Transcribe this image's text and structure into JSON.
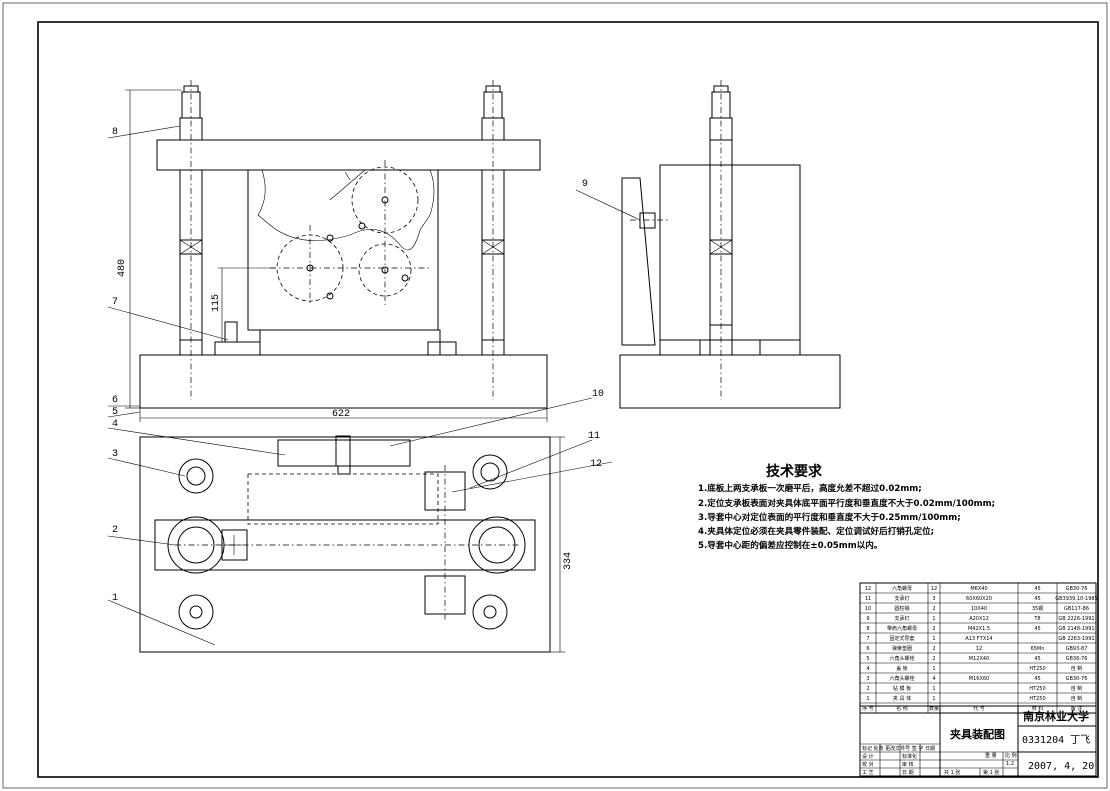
{
  "dimensions": {
    "total_height": "480",
    "base_width": "622",
    "locator_height": "115",
    "bottom_depth": "334"
  },
  "leader_labels": [
    "1",
    "2",
    "3",
    "4",
    "5",
    "6",
    "7",
    "8",
    "9",
    "10",
    "11",
    "12"
  ],
  "tech": {
    "title": "技术要求",
    "lines": [
      "1.底板上两支承板一次磨平后，高度允差不超过0.02mm;",
      "2.定位支承板表面对夹具体底平面平行度和垂直度不大于0.02mm/100mm;",
      "3.导套中心对定位表面的平行度和垂直度不大于0.25mm/100mm;",
      "4.夹具体定位必须在夹具零件装配、定位调试好后打销孔定位;",
      "5.导套中心距的偏差应控制在±0.05mm以内。"
    ]
  },
  "bom": [
    {
      "no": "12",
      "name": "六角螺母",
      "qty": "12",
      "spec": "M6X40",
      "mat": "45",
      "std": "GB30-76"
    },
    {
      "no": "11",
      "name": "支承钉",
      "qty": "3",
      "spec": "60X60X20",
      "mat": "45",
      "std": "GB3939.10-1985"
    },
    {
      "no": "10",
      "name": "圆柱销",
      "qty": "2",
      "spec": "10X40",
      "mat": "35钢",
      "std": "GB117-86"
    },
    {
      "no": "9",
      "name": "支承钉",
      "qty": "1",
      "spec": "A20X12",
      "mat": "T8",
      "std": "GB 2226-1991"
    },
    {
      "no": "8",
      "name": "带肩六角螺母",
      "qty": "2",
      "spec": "M42X1.5",
      "mat": "45",
      "std": "GB 2148-1991"
    },
    {
      "no": "7",
      "name": "固定式导套",
      "qty": "1",
      "spec": "A13 F7X14",
      "mat": "",
      "std": "GB 2263-1991"
    },
    {
      "no": "6",
      "name": "弹簧垫圈",
      "qty": "2",
      "spec": "12",
      "mat": "65Mn",
      "std": "GB93-87"
    },
    {
      "no": "5",
      "name": "六角头螺栓",
      "qty": "2",
      "spec": "M12X40",
      "mat": "45",
      "std": "GB36-76"
    },
    {
      "no": "4",
      "name": "盖 板",
      "qty": "1",
      "spec": "",
      "mat": "HT250",
      "std": "自 制"
    },
    {
      "no": "3",
      "name": "六角头螺栓",
      "qty": "4",
      "spec": "M16X60",
      "mat": "45",
      "std": "GB30-76"
    },
    {
      "no": "2",
      "name": "钻 模 板",
      "qty": "1",
      "spec": "",
      "mat": "HT250",
      "std": "自 制"
    },
    {
      "no": "1",
      "name": "夹 具 体",
      "qty": "1",
      "spec": "",
      "mat": "HT250",
      "std": "自 制"
    }
  ],
  "bom_header": {
    "no": "序 号",
    "name": "名 称",
    "qty": "数量",
    "spec": "代 号",
    "mat": "材 料",
    "std": "备 注"
  },
  "title_block": {
    "drawing_name": "夹具装配图",
    "school": "南京林业大学",
    "code": "0331204 丁飞",
    "date": "2007, 4, 20",
    "scale": "1:2",
    "scale_label": "比 例",
    "mass_label": "重 量",
    "sheet_total": "共 1 张",
    "sheet_no": "第 1 张",
    "rows": [
      "标记 处数 更改文件号 签 字 日期",
      "设 计",
      "标准化",
      "校 对",
      "审 核",
      "工 艺",
      "日 期"
    ]
  }
}
